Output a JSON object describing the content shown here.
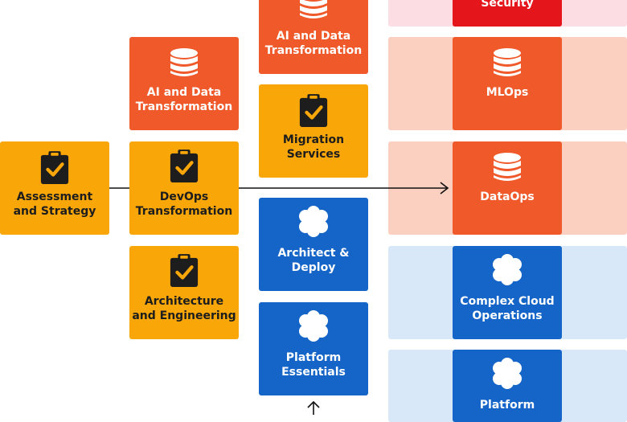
{
  "colors": {
    "orange": "#f0592a",
    "amber": "#f8a608",
    "blue": "#1565c8",
    "red": "#e4161c",
    "band_pink": "#fbdde3",
    "band_peach": "#fcd0c0",
    "band_lightblue": "#d8e8f8"
  },
  "tiles": {
    "assessment": {
      "label": "Assessment\nand Strategy",
      "icon": "clipboard-check-icon"
    },
    "ai_data_col2": {
      "label": "AI and Data\nTransformation",
      "icon": "database-icon"
    },
    "devops": {
      "label": "DevOps\nTransformation",
      "icon": "clipboard-check-icon"
    },
    "architecture": {
      "label": "Architecture\nand Engineering",
      "icon": "clipboard-check-icon"
    },
    "ai_data_col3": {
      "label": "AI and Data\nTransformation",
      "icon": "database-icon"
    },
    "migration": {
      "label": "Migration\nServices",
      "icon": "clipboard-check-icon"
    },
    "architect_deploy": {
      "label": "Architect &\nDeploy",
      "icon": "cloud-icon"
    },
    "platform_essentials": {
      "label": "Platform\nEssentials",
      "icon": "cloud-icon"
    },
    "security": {
      "label": "Security",
      "icon": ""
    },
    "mlops": {
      "label": "MLOps",
      "icon": "database-icon"
    },
    "dataops": {
      "label": "DataOps",
      "icon": "database-icon"
    },
    "complex_cloud": {
      "label": "Complex Cloud\nOperations",
      "icon": "cloud-icon"
    },
    "platform": {
      "label": "Platform",
      "icon": "cloud-icon"
    }
  }
}
